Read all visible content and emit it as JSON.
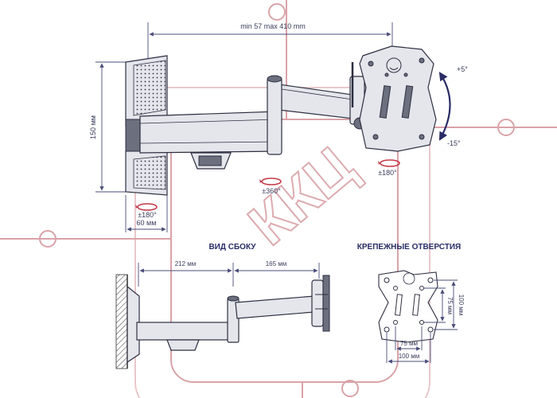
{
  "front_view": {
    "width_range_label": "min 57 max 410 mm",
    "height_label": "150 мм",
    "depth_label": "60 мм",
    "tilt_up_label": "+5°",
    "tilt_down_label": "-15°",
    "swivel_plate_label": "±180°",
    "swivel_arm_label": "±360°",
    "swivel_wall_label": "±180°"
  },
  "side_view": {
    "title": "ВИД СБОКУ",
    "dim_left_label": "212 мм",
    "dim_right_label": "165 мм"
  },
  "mounting_holes": {
    "title": "КРЕПЕЖНЫЕ ОТВЕРСТИЯ",
    "inner_horizontal_label": "75 мм",
    "outer_horizontal_label": "100 мм",
    "inner_vertical_label": "75 мм",
    "outer_vertical_label": "100 мм"
  },
  "watermark": {
    "text": "ККЦ",
    "color": "#d9a3a8"
  },
  "colors": {
    "dimension_lines": "#4a4d7a",
    "rotation_arrows": "#2a2d66",
    "rotation_markers": "#c43a48"
  }
}
